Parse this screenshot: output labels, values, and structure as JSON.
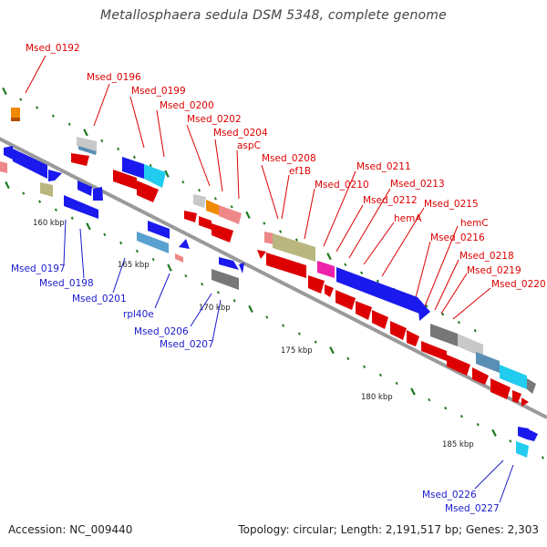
{
  "title": "Metallosphaera sedula DSM 5348, complete genome",
  "footer": {
    "accession": "Accession: NC_009440",
    "summary": "Topology: circular; Length: 2,191,517 bp; Genes: 2,303"
  },
  "colors": {
    "top_labels": "#dd0000",
    "bottom_labels": "#1a1acc",
    "backbone": "#8c8c8c",
    "tick": "#1f7a1f"
  },
  "scale_labels": [
    "160 kbp",
    "165 kbp",
    "170 kbp",
    "175 kbp",
    "180 kbp",
    "185 kbp"
  ],
  "top_genes": [
    "Msed_0192",
    "Msed_0196",
    "Msed_0199",
    "Msed_0200",
    "Msed_0202",
    "Msed_0204",
    "aspC",
    "Msed_0208",
    "ef1B",
    "Msed_0210",
    "Msed_0211",
    "Msed_0212",
    "Msed_0213",
    "hemA",
    "Msed_0215",
    "Msed_0216",
    "hemC",
    "Msed_0218",
    "Msed_0219",
    "Msed_0220"
  ],
  "bottom_genes": [
    "Msed_0197",
    "Msed_0198",
    "Msed_0201",
    "rpl40e",
    "Msed_0206",
    "Msed_0207",
    "Msed_0226",
    "Msed_0227"
  ]
}
